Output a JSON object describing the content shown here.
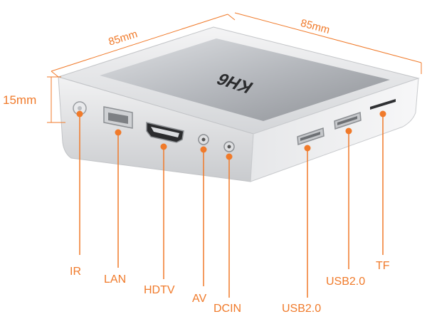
{
  "colors": {
    "accent": "#f07a2a",
    "body": "#d7d9dc",
    "top": "#a8abb0",
    "front": "#e4e5e7"
  },
  "product": {
    "logo_text": "KH6"
  },
  "dimensions": {
    "width": "85mm",
    "depth": "85mm",
    "height": "15mm"
  },
  "ports": [
    {
      "id": "ir",
      "label": "IR"
    },
    {
      "id": "lan",
      "label": "LAN"
    },
    {
      "id": "hdtv",
      "label": "HDTV"
    },
    {
      "id": "av",
      "label": "AV"
    },
    {
      "id": "dcin",
      "label": "DCIN"
    },
    {
      "id": "usb-a",
      "label": "USB2.0"
    },
    {
      "id": "usb-b",
      "label": "USB2.0"
    },
    {
      "id": "tf",
      "label": "TF"
    }
  ]
}
